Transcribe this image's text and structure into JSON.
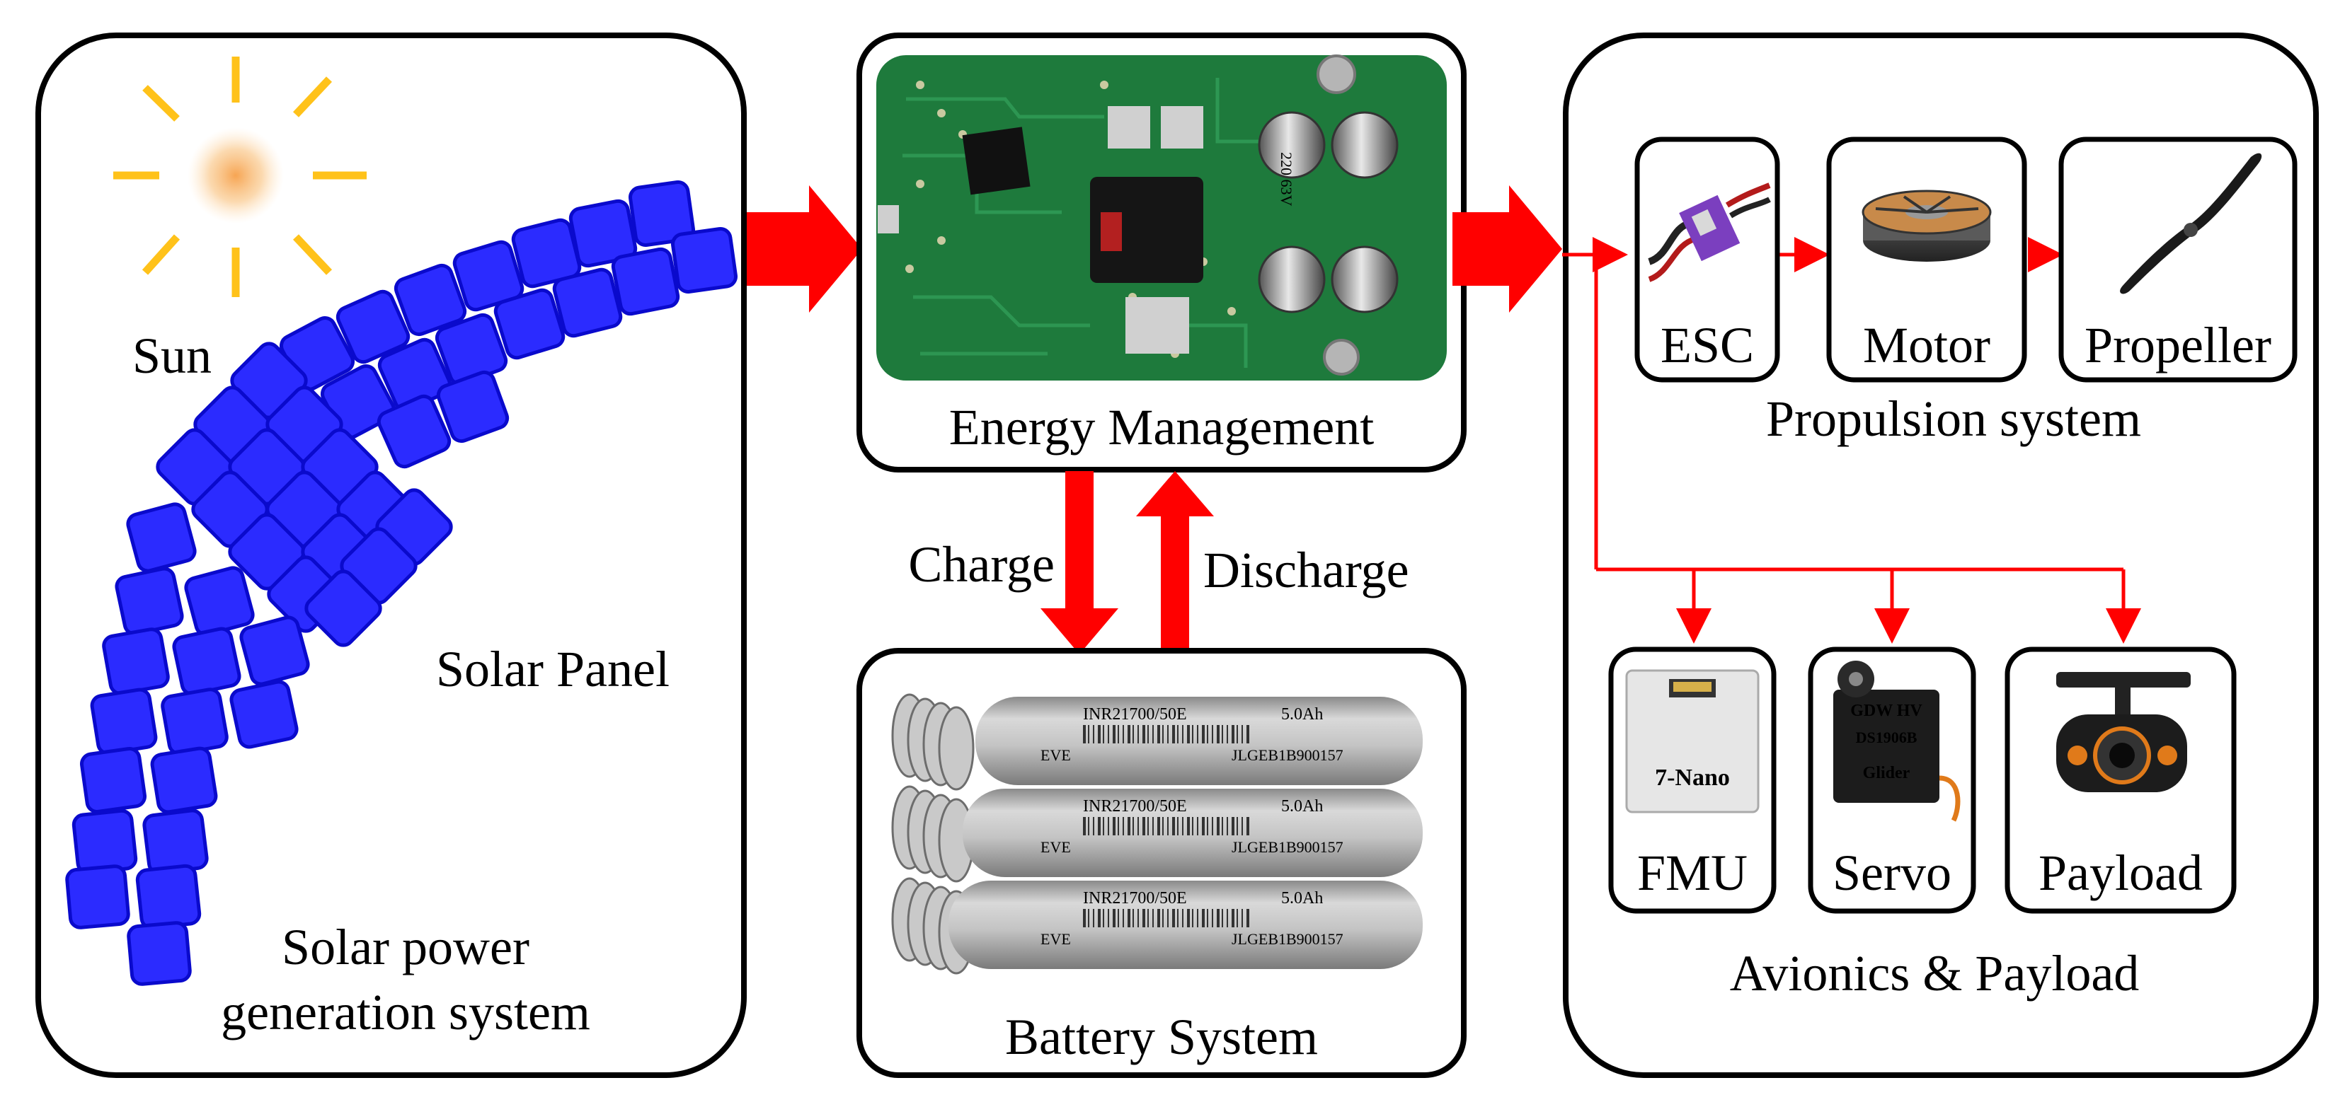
{
  "solar_section": {
    "sun_label": "Sun",
    "panel_label": "Solar Panel",
    "title_line1": "Solar power",
    "title_line2": "generation system"
  },
  "energy_section": {
    "title": "Energy Management",
    "capacitor_label": "220 63V"
  },
  "links": {
    "charge_label": "Charge",
    "discharge_label": "Discharge"
  },
  "battery_section": {
    "title": "Battery System",
    "cell_model": "INR21700/50E",
    "cell_capacity": "5.0Ah",
    "cell_brand": "EVE",
    "cell_serial": "JLGEB1B900157"
  },
  "propulsion_section": {
    "title": "Propulsion system",
    "components": [
      "ESC",
      "Motor",
      "Propeller"
    ]
  },
  "avionics_section": {
    "title": "Avionics & Payload",
    "components": [
      "FMU",
      "Servo",
      "Payload"
    ],
    "fmu_device_text": "7-Nano",
    "servo_brand_text": "GDW HV",
    "servo_model_text": "DS1906B",
    "servo_sub_text": "Glider"
  },
  "colors": {
    "arrow_red": "#ff0000",
    "solar_cell_blue": "#2b2bff",
    "solar_cell_edge": "#0a0acc",
    "sun_rays": "#ffc21a",
    "pcb_green": "#1e7a3c",
    "battery_gray": "#b8b8b8"
  }
}
